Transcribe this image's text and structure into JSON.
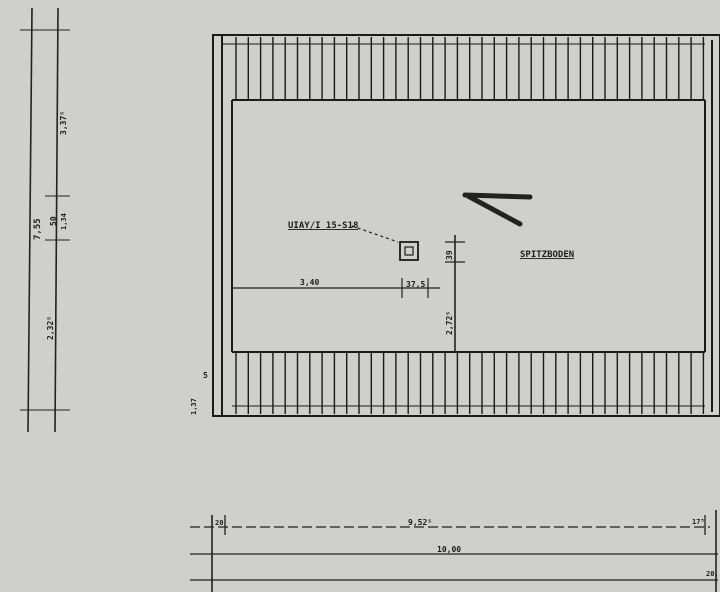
{
  "plan": {
    "room_label": "SPITZBODEN",
    "fixture_label": "UIAY/I 15-S18",
    "dims": {
      "room_width": "3,40",
      "fixture_offset": "37,5",
      "fixture_depth": "39",
      "room_depth": "2,72⁵",
      "total_height": "7,55",
      "upper_segment": "3,37⁵",
      "middle_segment": "50",
      "middle_sub": "1,34",
      "lower_segment": "2,32⁵",
      "bottom_wall": "20",
      "inner_width": "9,52⁵",
      "outer_width": "10,00",
      "right_wall": "17⁵",
      "right_bottom": "20,",
      "left_small": "5",
      "left_bottom": "1,37"
    }
  }
}
